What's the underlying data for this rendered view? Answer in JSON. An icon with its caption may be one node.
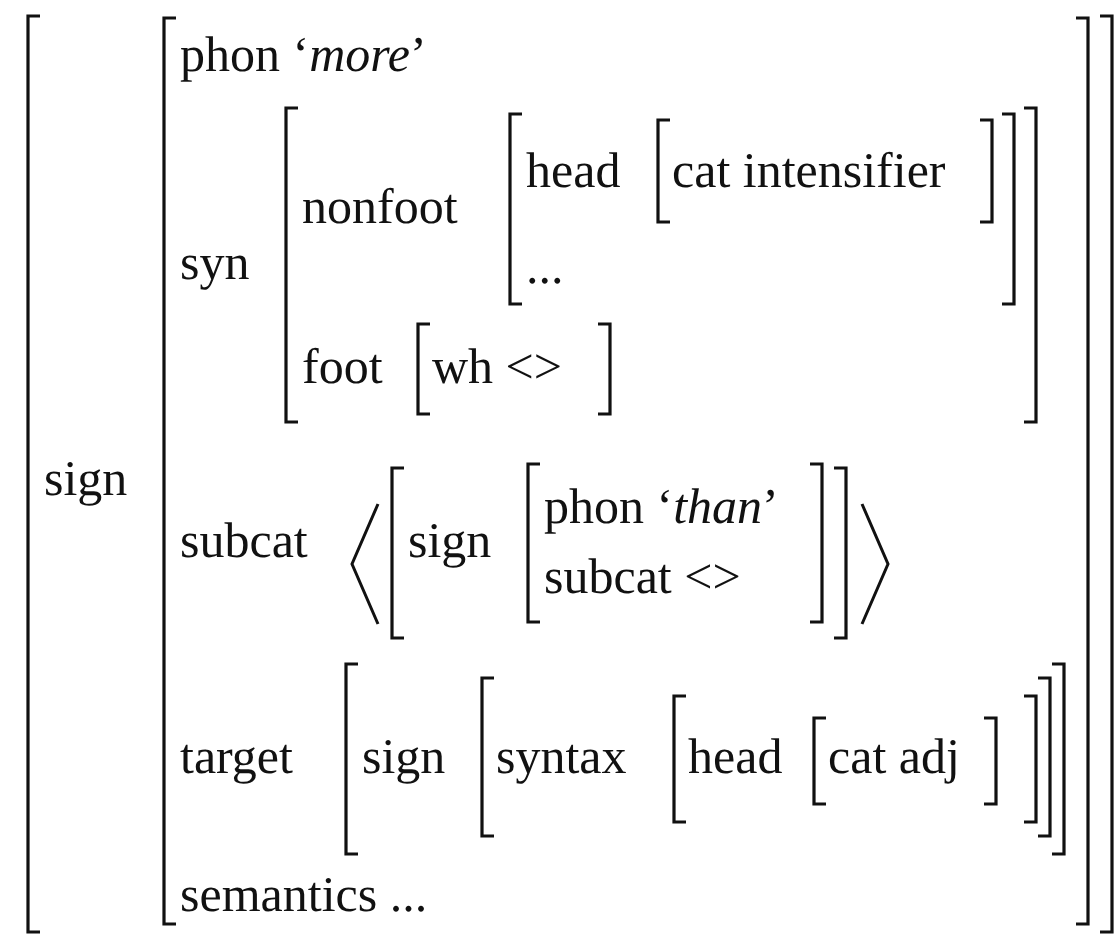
{
  "diagram": {
    "nodes": [
      {
        "text": [
          "sign"
        ]
      },
      {
        "text": [
          "phon ‘*more*’",
          "syn",
          "subcat",
          "target",
          "semantics ..."
        ],
        "in": 0
      },
      {
        "text": [
          "nonfoot",
          "foot"
        ],
        "in": 1
      },
      {
        "text": [
          "head",
          "..."
        ],
        "in": 2
      },
      {
        "text": [
          "cat intensifier"
        ],
        "in": 3
      },
      {
        "text": [
          "wh <>"
        ],
        "in": 2
      },
      {
        "text": [
          "sign"
        ],
        "in": 1
      },
      {
        "text": [
          "phon ‘*than*’",
          "subcat <>"
        ],
        "in": 6
      },
      {
        "text": [
          "sign"
        ],
        "in": 1
      },
      {
        "text": [
          "syntax"
        ],
        "in": 8
      },
      {
        "text": [
          "head"
        ],
        "in": 9
      },
      {
        "text": [
          "cat adj"
        ],
        "in": 10
      }
    ]
  }
}
